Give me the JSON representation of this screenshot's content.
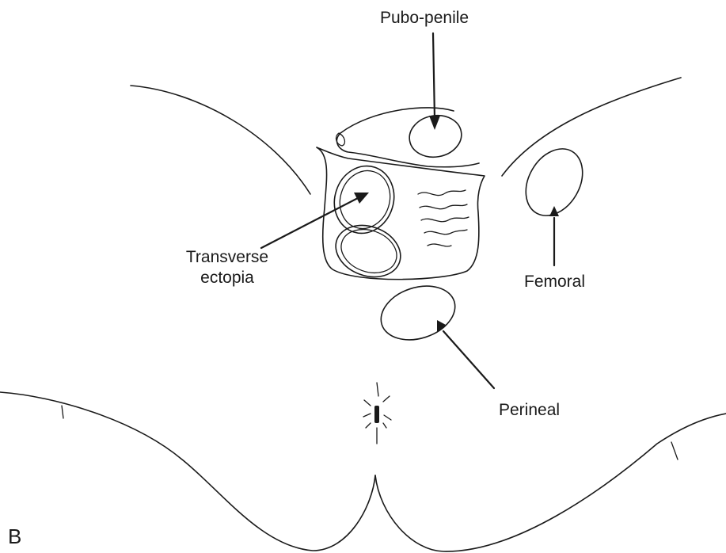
{
  "figure": {
    "panel_letter": "B",
    "labels": {
      "pubo_penile": "Pubo-penile",
      "transverse_line1": "Transverse",
      "transverse_line2": "ectopia",
      "femoral": "Femoral",
      "perineal": "Perineal"
    },
    "colors": {
      "ink": "#1a1a1a",
      "background": "#ffffff"
    }
  }
}
